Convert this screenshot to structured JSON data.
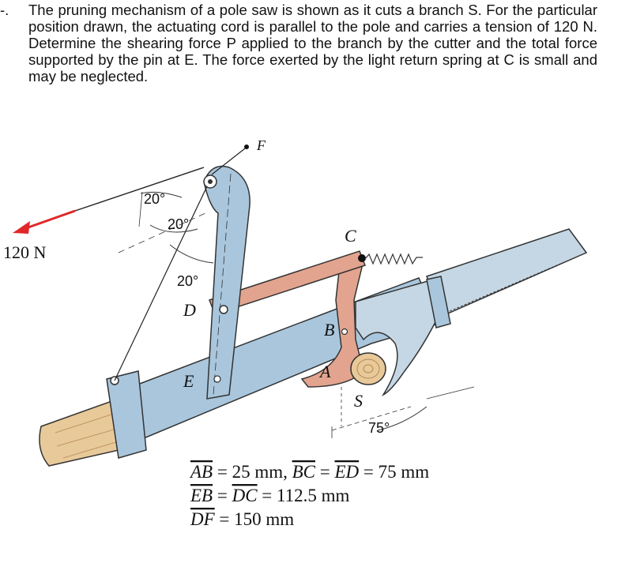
{
  "problem": {
    "bullet": "-.",
    "text": "The pruning mechanism of a pole saw is shown as it cuts a branch S. For the particular position drawn, the actuating cord is parallel to the pole and carries a tension of 120 N. Determine the shearing force P applied to the branch by the cutter and the total force supported by the pin at E. The force exerted by the light return spring at C is small and may be neglected."
  },
  "diagram": {
    "labels": {
      "F": "F",
      "C": "C",
      "B": "B",
      "A": "A",
      "D": "D",
      "E": "E",
      "S": "S",
      "force": "120 N",
      "angle1": "20°",
      "angle2": "20°",
      "angle3": "20°",
      "angle4": "75°"
    },
    "dimensions": [
      {
        "a": "AB",
        "b": " = 25 mm, ",
        "c": "BC",
        "d": " = ",
        "e": "ED",
        "f": " = 75 mm"
      },
      {
        "a": "EB",
        "b": " = ",
        "c": "DC",
        "d": " = 112.5 mm"
      },
      {
        "a": "DF",
        "b": " = 150 mm"
      }
    ],
    "colors": {
      "pole_blue": "#a9c6dc",
      "link_salmon": "#e2a48f",
      "wood": "#e8c99a",
      "arrow_red": "#e0282a",
      "outline": "#333333"
    }
  }
}
